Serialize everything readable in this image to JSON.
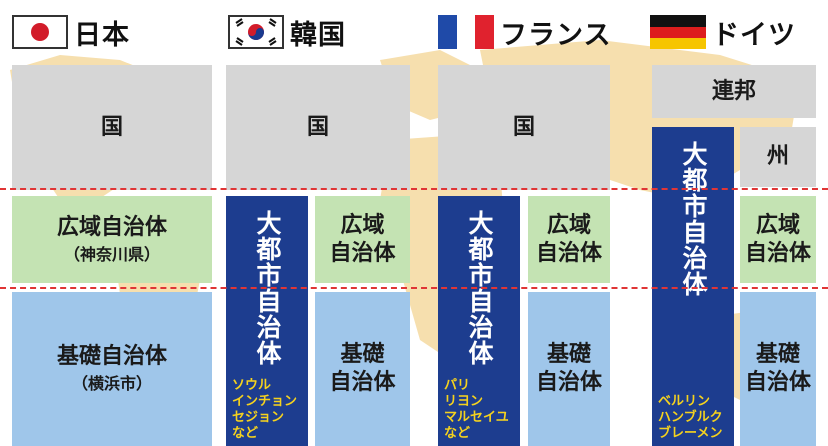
{
  "countries": [
    {
      "name": "日本",
      "flag": "japan-flag"
    },
    {
      "name": "韓国",
      "flag": "korea-flag"
    },
    {
      "name": "フランス",
      "flag": "france-flag"
    },
    {
      "name": "ドイツ",
      "flag": "germany-flag"
    }
  ],
  "japan": {
    "national": "国",
    "regional": "広域自治体",
    "regional_note": "（神奈川県）",
    "basic": "基礎自治体",
    "basic_note": "（横浜市）"
  },
  "korea": {
    "national": "国",
    "metro": "大都市自治体",
    "metro_examples": [
      "ソウル",
      "インチョン",
      "セジョン",
      "など"
    ],
    "regional": [
      "広域",
      "自治体"
    ],
    "basic": [
      "基礎",
      "自治体"
    ]
  },
  "france": {
    "national": "国",
    "metro": "大都市自治体",
    "metro_examples": [
      "パリ",
      "リヨン",
      "マルセイユ",
      "など"
    ],
    "regional": [
      "広域",
      "自治体"
    ],
    "basic": [
      "基礎",
      "自治体"
    ]
  },
  "germany": {
    "federal": "連邦",
    "state": "州",
    "metro": "大都市自治体",
    "metro_examples": [
      "ベルリン",
      "ハンブルク",
      "ブレーメン"
    ],
    "regional": [
      "広域",
      "自治体"
    ],
    "basic": [
      "基礎",
      "自治体"
    ]
  },
  "colors": {
    "national": "#d6d6d6",
    "regional": "#c4e3b3",
    "basic": "#9fc6ea",
    "metro": "#1d3d8f",
    "metro_examples": "#f5d21e",
    "divider": "#e03535",
    "map": "#f6dfae"
  }
}
